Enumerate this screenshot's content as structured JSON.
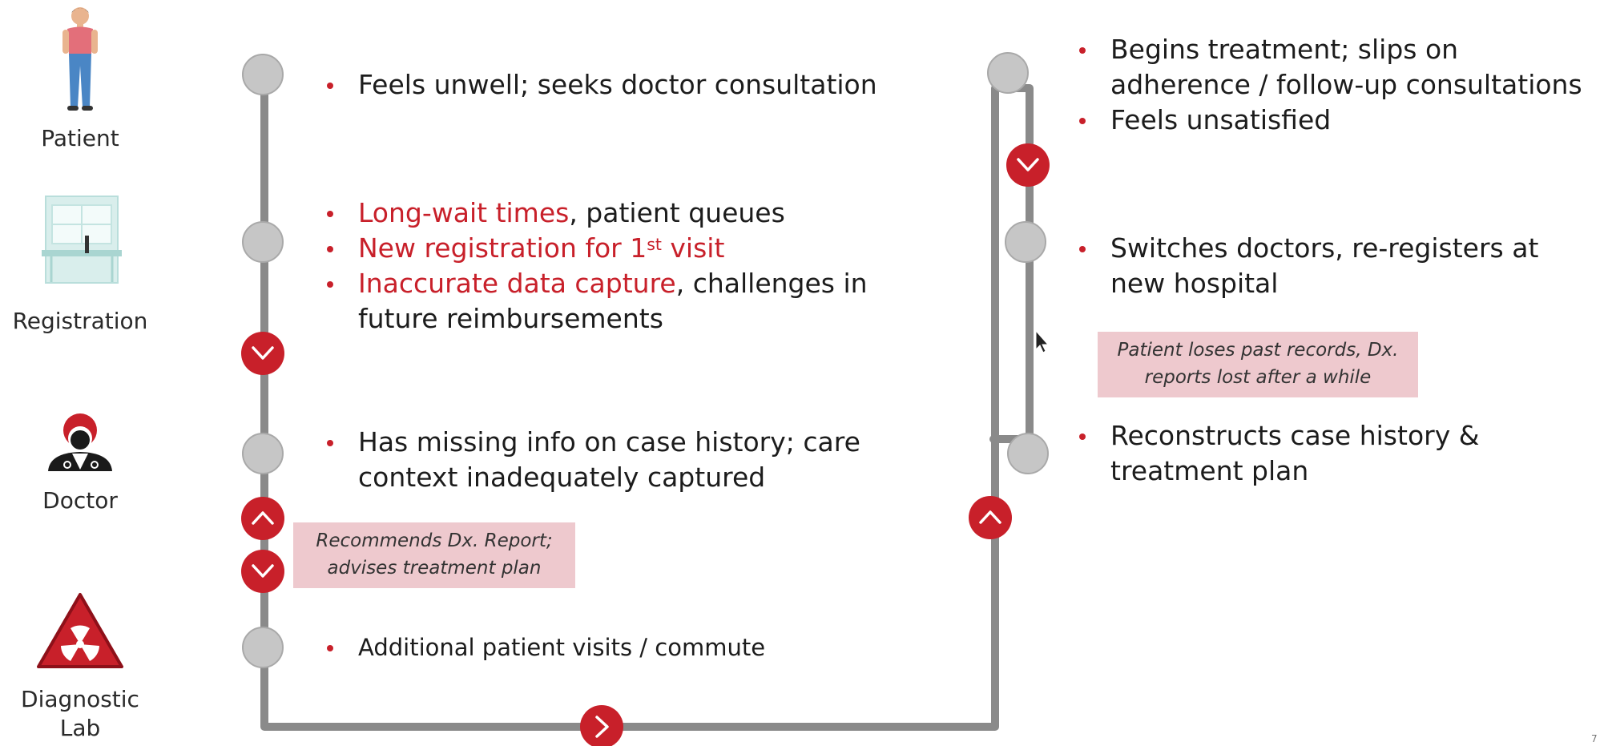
{
  "roles": [
    {
      "label": "Patient",
      "icon": "patient-icon"
    },
    {
      "label": "Registration",
      "icon": "registration-desk-icon"
    },
    {
      "label": "Doctor",
      "icon": "doctor-icon"
    },
    {
      "label": "Diagnostic\nLab",
      "icon": "radiation-hazard-icon"
    }
  ],
  "left_steps": [
    {
      "items": [
        {
          "parts": [
            {
              "text": "Feels unwell; seeks doctor consultation"
            }
          ]
        }
      ]
    },
    {
      "items": [
        {
          "parts": [
            {
              "text": "Long-wait times",
              "highlight": true
            },
            {
              "text": ", patient queues"
            }
          ]
        },
        {
          "parts": [
            {
              "text": "New registration for 1",
              "highlight": true
            },
            {
              "text": "st",
              "highlight": true,
              "sup": true
            },
            {
              "text": " visit",
              "highlight": true
            }
          ]
        },
        {
          "parts": [
            {
              "text": "Inaccurate data capture",
              "highlight": true
            },
            {
              "text": ", challenges in future reimbursements"
            }
          ]
        }
      ]
    },
    {
      "items": [
        {
          "parts": [
            {
              "text": "Has missing info on case history; care context inadequately captured"
            }
          ]
        }
      ]
    },
    {
      "items": [
        {
          "parts": [
            {
              "text": "Additional patient visits / commute"
            }
          ]
        }
      ]
    }
  ],
  "left_note": "Recommends Dx. Report; advises treatment plan",
  "right_steps": [
    {
      "items": [
        {
          "parts": [
            {
              "text": "Begins treatment; slips on adherence / follow-up consultations"
            }
          ]
        },
        {
          "parts": [
            {
              "text": "Feels unsatisfied"
            }
          ]
        }
      ]
    },
    {
      "items": [
        {
          "parts": [
            {
              "text": "Switches doctors, re-registers at new hospital"
            }
          ]
        }
      ]
    },
    {
      "items": [
        {
          "parts": [
            {
              "text": "Reconstructs case history & treatment plan"
            }
          ]
        }
      ]
    }
  ],
  "right_note": "Patient loses past records, Dx. reports lost after a while",
  "page_number": "7",
  "colors": {
    "accent_red": "#c8202a",
    "track_gray": "#8a8a8a",
    "node_gray": "#c6c6c6",
    "note_pink": "#eec9ce"
  }
}
